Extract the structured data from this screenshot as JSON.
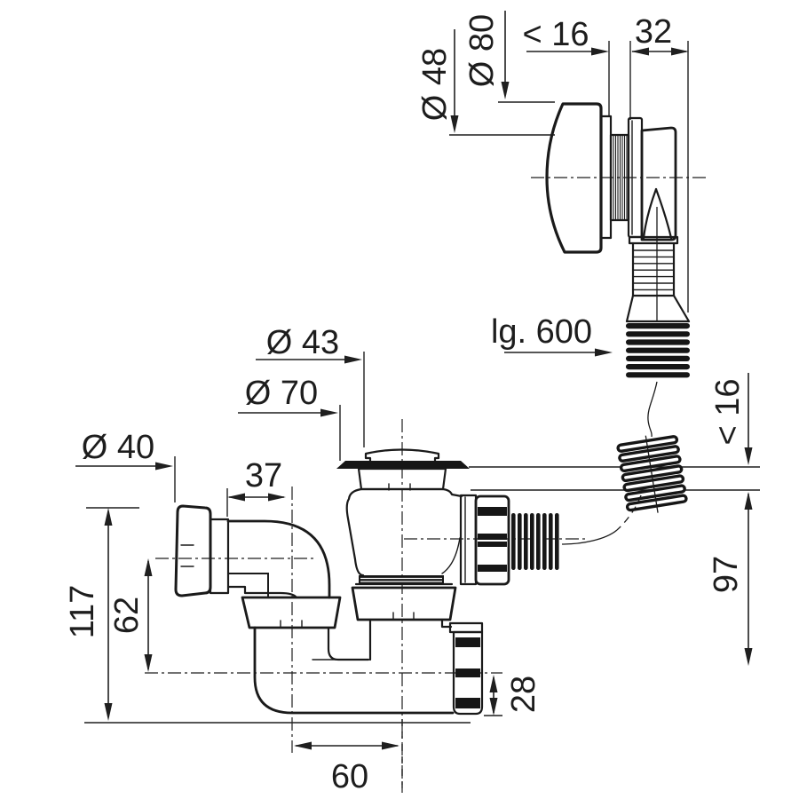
{
  "drawing": {
    "title": "Bathtub waste and overflow fitting - dimensioned technical drawing",
    "colors": {
      "line": "#1a1a1a",
      "background": "#ffffff",
      "fill_dark": "#161616"
    },
    "dimensions": {
      "d48": "Ø 48",
      "d80": "Ø 80",
      "lt16_top": "< 16",
      "w32": "32",
      "lg600": "lg. 600",
      "d43": "Ø 43",
      "d70": "Ø 70",
      "d40": "Ø 40",
      "w37": "37",
      "h117": "117",
      "h62": "62",
      "lt16_right": "< 16",
      "h97": "97",
      "h28": "28",
      "w60": "60"
    }
  }
}
